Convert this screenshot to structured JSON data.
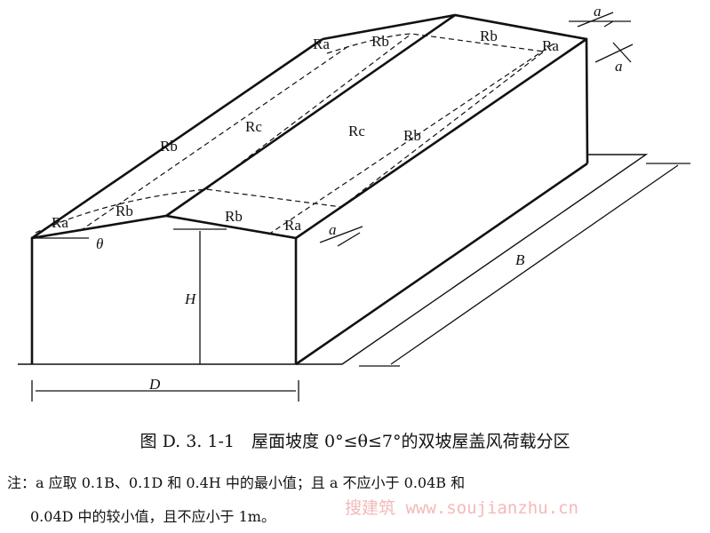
{
  "diagram": {
    "zones": {
      "ra": "Ra",
      "rb": "Rb",
      "rc": "Rc"
    },
    "dims": {
      "a": "a",
      "b": "B",
      "d": "D",
      "h": "H",
      "theta": "θ"
    }
  },
  "caption": "图 D. 3. 1-1　屋面坡度 0°≤θ≤7°的双坡屋盖风荷载分区",
  "note": {
    "line1": "注：a 应取 0.1B、0.1D 和 0.4H 中的最小值；且 a 不应小于 0.04B 和",
    "line2": "0.04D 中的较小值，且不应小于 1m。"
  },
  "watermark": "搜建筑 www.soujianzhu.cn"
}
